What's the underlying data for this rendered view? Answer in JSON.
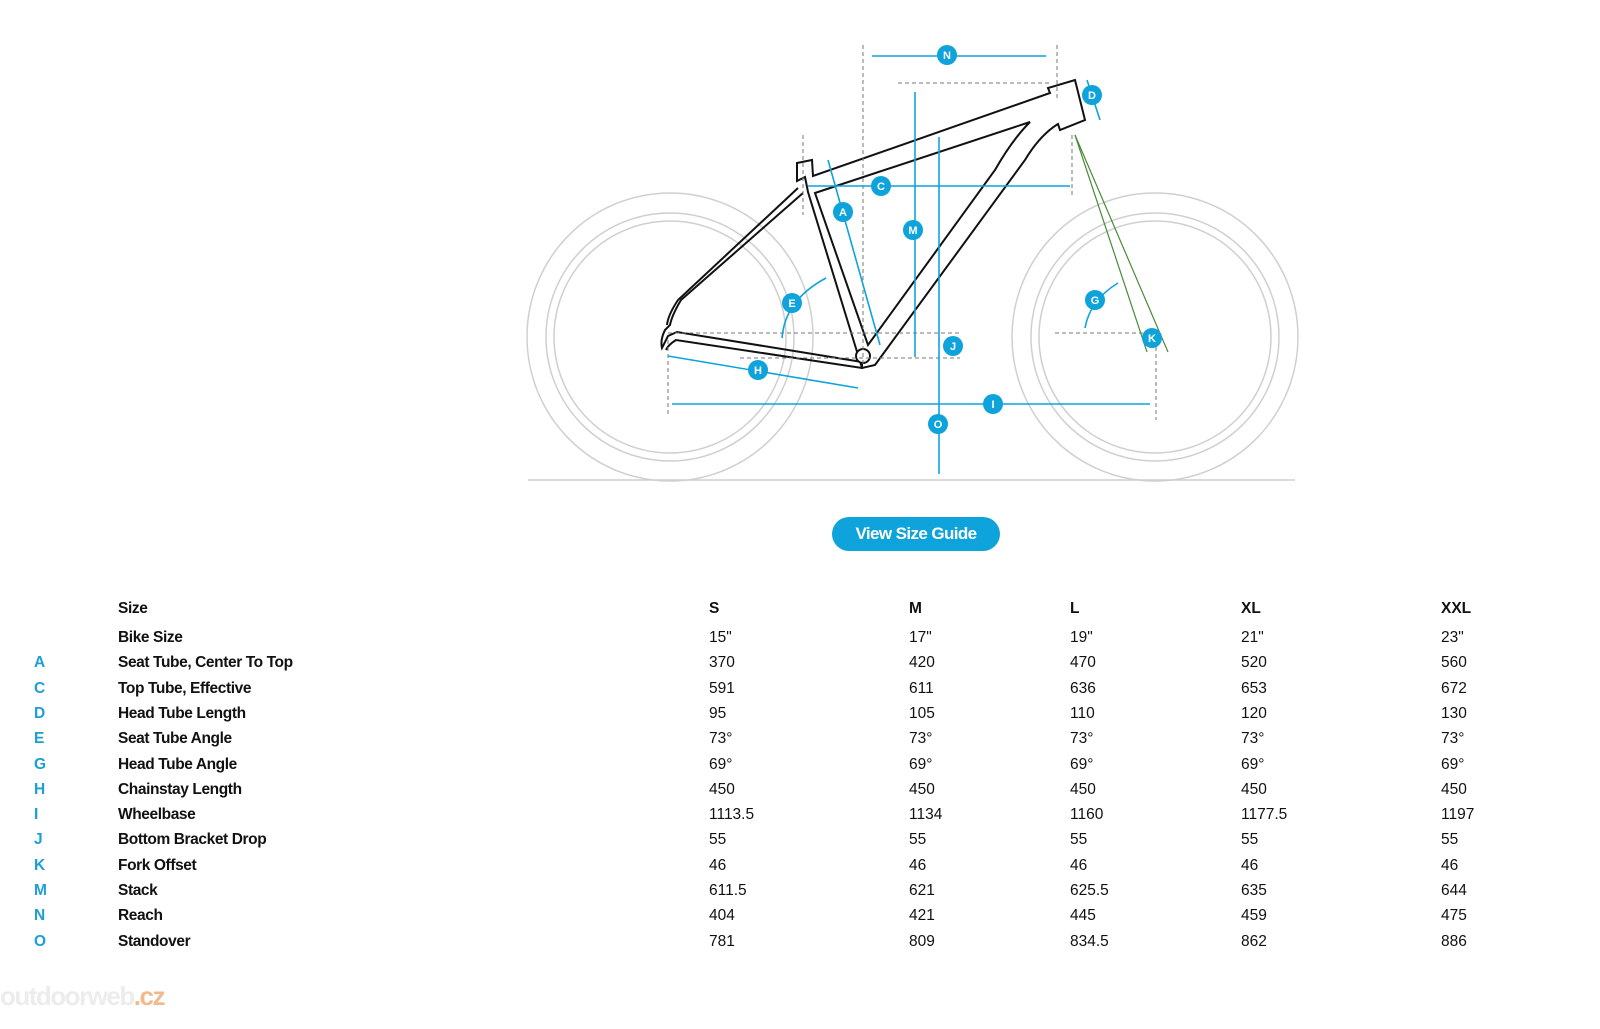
{
  "diagram": {
    "labels": [
      "N",
      "D",
      "C",
      "A",
      "M",
      "E",
      "J",
      "H",
      "I",
      "O",
      "G",
      "K"
    ],
    "accent_color": "#0fa3dc",
    "fork_color": "#4a8a3a"
  },
  "button": {
    "label": "View Size Guide"
  },
  "table": {
    "header": {
      "label": "Size",
      "sizes": [
        "S",
        "M",
        "L",
        "XL",
        "XXL"
      ]
    },
    "rows": [
      {
        "letter": "",
        "label": "Bike Size",
        "values": [
          "15\"",
          "17\"",
          "19\"",
          "21\"",
          "23\""
        ]
      },
      {
        "letter": "A",
        "label": "Seat Tube, Center To Top",
        "values": [
          "370",
          "420",
          "470",
          "520",
          "560"
        ]
      },
      {
        "letter": "C",
        "label": "Top Tube, Effective",
        "values": [
          "591",
          "611",
          "636",
          "653",
          "672"
        ]
      },
      {
        "letter": "D",
        "label": "Head Tube Length",
        "values": [
          "95",
          "105",
          "110",
          "120",
          "130"
        ]
      },
      {
        "letter": "E",
        "label": "Seat Tube Angle",
        "values": [
          "73°",
          "73°",
          "73°",
          "73°",
          "73°"
        ]
      },
      {
        "letter": "G",
        "label": "Head Tube Angle",
        "values": [
          "69°",
          "69°",
          "69°",
          "69°",
          "69°"
        ]
      },
      {
        "letter": "H",
        "label": "Chainstay Length",
        "values": [
          "450",
          "450",
          "450",
          "450",
          "450"
        ]
      },
      {
        "letter": "I",
        "label": "Wheelbase",
        "values": [
          "1113.5",
          "1134",
          "1160",
          "1177.5",
          "1197"
        ]
      },
      {
        "letter": "J",
        "label": "Bottom Bracket Drop",
        "values": [
          "55",
          "55",
          "55",
          "55",
          "55"
        ]
      },
      {
        "letter": "K",
        "label": "Fork Offset",
        "values": [
          "46",
          "46",
          "46",
          "46",
          "46"
        ]
      },
      {
        "letter": "M",
        "label": "Stack",
        "values": [
          "611.5",
          "621",
          "625.5",
          "635",
          "644"
        ]
      },
      {
        "letter": "N",
        "label": "Reach",
        "values": [
          "404",
          "421",
          "445",
          "459",
          "475"
        ]
      },
      {
        "letter": "O",
        "label": "Standover",
        "values": [
          "781",
          "809",
          "834.5",
          "862",
          "886"
        ]
      }
    ]
  },
  "watermark": {
    "main": "outdoorweb",
    "tld": ".cz"
  }
}
